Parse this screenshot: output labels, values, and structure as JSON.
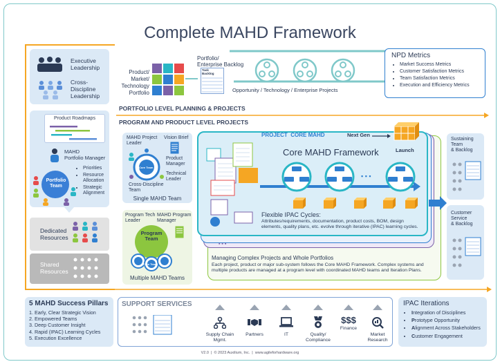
{
  "title": "Complete MAHD Framework",
  "left_panel": {
    "executive_leadership": "Executive\nLeadership",
    "cross_discipline_leadership": "Cross-\nDiscipline\nLeadership",
    "product_roadmaps": "Product Roadmaps",
    "portfolio_manager": "MAHD\nPortfolio Manager",
    "portfolio_team": "Portfolio\nTeam",
    "priorities": [
      "Priorities",
      "Resource\nAllocation",
      "Strategic\nAlignment"
    ],
    "dedicated_resources": "Dedicated\nResources",
    "shared_resources": "Shared\nResources"
  },
  "portfolio_top": {
    "pmtp": "Product/\nMarket/\nTechnology\nPortfolio",
    "enterprise_backlog": "Portfolio/\nEnterprise Backlog",
    "opp_label": "Opportunity / Technology / Enterprise Projects",
    "task_backlog": "Task\nBacklog"
  },
  "npd_metrics": {
    "title": "NPD Metrics",
    "items": [
      "Market Success Metrics",
      "Customer Satisfaction Metrics",
      "Team Satisfaction Metrics",
      "Execution and Efficiency Metrics"
    ]
  },
  "section_portfolio": "PORTFOLIO LEVEL PLANNING & PROJECTS",
  "section_program": "PROGRAM AND PRODUCT LEVEL PROJECTS",
  "single_team": {
    "vision_brief": "Vision Brief",
    "project_leader": "MAHD Project\nLeader",
    "product_manager": "Product\nManager",
    "technical_leader": "Technical\nLeader",
    "core_team": "Core Team",
    "cross_team": "Cross-Discipline\nTeam",
    "label": "Single MAHD Team"
  },
  "multi_team": {
    "program_tech_leader": "Program Tech\nLeader",
    "program_manager": "MAHD Program\nManager",
    "program_team": "Program\nTeam",
    "core_team": "Core Team",
    "label": "Multiple MAHD Teams"
  },
  "core": {
    "project_core": "PROJECT  CORE MAHD",
    "next_gen": "Next Gen",
    "launch": "Launch",
    "title": "Core MAHD Framework",
    "cycle_label": "Flexible IPAC Cycles:",
    "cycle_text": "Attributes/requirements, documentation, product costs, BOM, design elements, quality plans,  etc. evolve through iterative (IPAC) learning cycles.",
    "managing_title": "Managing Complex Projects and Whole Portfolios",
    "managing_text": "Each project, product or major sub-system follows the Core MAHD Framework. Complex systems and multiple products are managed at a program level with coordinated MAHD teams and Iteration Plans.",
    "dots": "▪ ▪ ▪",
    "ellipsis": "▪ ▪ ▪"
  },
  "right_side": {
    "sustaining": "Sustaining\nTeam\n& Backlog",
    "customer_service": "Customer\nService\n& Backlog"
  },
  "pillars": {
    "title": "5 MAHD Success Pillars",
    "items": [
      "1. Early, Clear Strategic Vision",
      "2. Empowered Teams",
      "3. Deep Customer Insight",
      "4. Rapid (IPAC) Learning Cycles",
      "5. Execution Excellence"
    ]
  },
  "support": {
    "title": "SUPPORT SERVICES",
    "items": [
      {
        "label": "Supply Chain\nMgmt.",
        "icon": "supply-chain-icon"
      },
      {
        "label": "Partners",
        "icon": "handshake-icon"
      },
      {
        "label": "IT",
        "icon": "laptop-icon"
      },
      {
        "label": "Quality/\nCompliance",
        "icon": "medal-icon"
      },
      {
        "label": "Finance",
        "icon": "dollar-icon"
      },
      {
        "label": "Market\nResearch",
        "icon": "magnifier-icon"
      }
    ],
    "finance_symbol": "$$$"
  },
  "ipac": {
    "title": "IPAC Iterations",
    "items": [
      {
        "initial": "I",
        "rest": "ntegration of Disciplines"
      },
      {
        "initial": "P",
        "rest": "rototype Opportunity"
      },
      {
        "initial": "A",
        "rest": "lignment Across Stakeholders"
      },
      {
        "initial": "C",
        "rest": "ustomer Engagement"
      }
    ]
  },
  "footer": "V2.0  |  © 2023 Auxilium, Inc.  |  www.agileforhardware.org",
  "colors": {
    "navy": "#2b3a55",
    "blue": "#2f7fd0",
    "light_blue": "#dbe9f6",
    "orange": "#f5a623",
    "green": "#8cc63f",
    "teal": "#29b6c5",
    "purple": "#7b61a8"
  }
}
